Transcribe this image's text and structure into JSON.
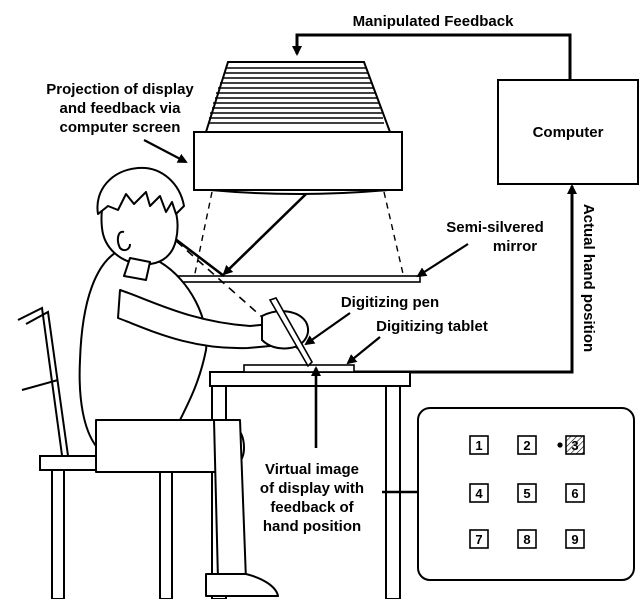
{
  "labels": {
    "manipulated_feedback": "Manipulated Feedback",
    "projection_line1": "Projection of display",
    "projection_line2": "and feedback via",
    "projection_line3": "computer screen",
    "computer": "Computer",
    "semi_silvered_line1": "Semi-silvered",
    "semi_silvered_line2": "mirror",
    "actual_hand_position": "Actual hand position",
    "digitizing_pen": "Digitizing pen",
    "digitizing_tablet": "Digitizing tablet",
    "virtual_line1": "Virtual image",
    "virtual_line2": "of display with",
    "virtual_line3": "feedback of",
    "virtual_line4": "hand position"
  },
  "keypad": {
    "keys": [
      "1",
      "2",
      "3",
      "4",
      "5",
      "6",
      "7",
      "8",
      "9"
    ],
    "highlighted_key": "3"
  }
}
